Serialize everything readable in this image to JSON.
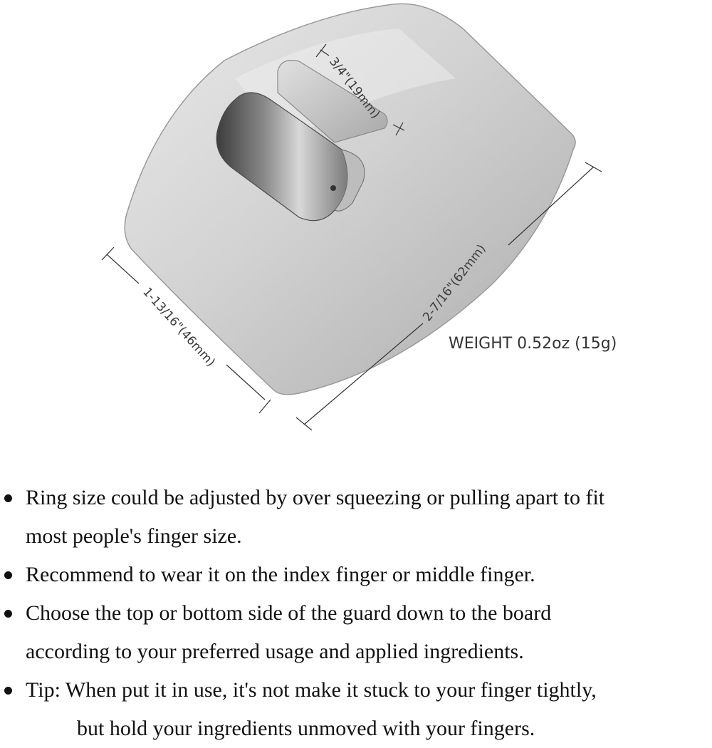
{
  "diagram": {
    "top_dimension": "3/4\"(19mm)",
    "left_dimension": "1-13/16\"(46mm)",
    "right_dimension": "2-7/16\"(62mm)",
    "weight": "WEIGHT 0.52oz (15g)"
  },
  "features": [
    {
      "line1": "Ring size could be adjusted by over squeezing or pulling apart to fit",
      "line2": "most people's finger size."
    },
    {
      "line1": "Recommend to wear it on the index finger or middle finger."
    },
    {
      "line1": "Choose the top or bottom side of the guard down to the board",
      "line2": "according to your preferred usage and applied ingredients."
    },
    {
      "line1": "Tip: When put it in use, it's not make it stuck to your finger tightly,",
      "line2": "but hold your ingredients unmoved with your fingers."
    }
  ]
}
